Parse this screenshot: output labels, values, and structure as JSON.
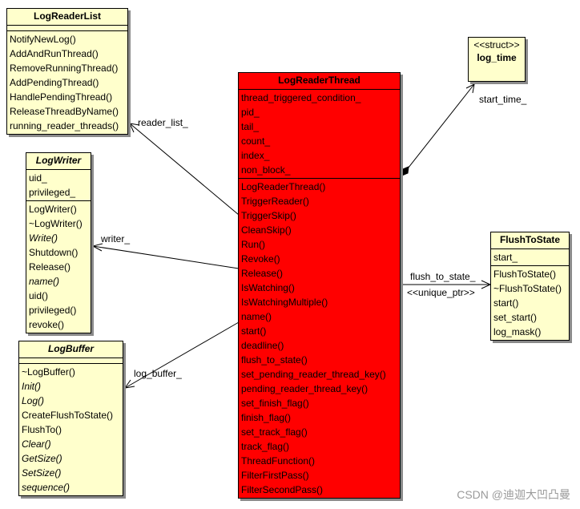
{
  "classes": {
    "log_reader_list": {
      "name": "LogReaderList",
      "ops": [
        "NotifyNewLog()",
        "AddAndRunThread()",
        "RemoveRunningThread()",
        "AddPendingThread()",
        "HandlePendingThread()",
        "ReleaseThreadByName()",
        "running_reader_threads()"
      ]
    },
    "log_writer": {
      "name": "LogWriter",
      "attrs": [
        "uid_",
        "privileged_"
      ],
      "ops": [
        "LogWriter()",
        "~LogWriter()",
        "Write()",
        "Shutdown()",
        "Release()",
        "name()",
        "uid()",
        "privileged()",
        "revoke()"
      ]
    },
    "log_buffer": {
      "name": "LogBuffer",
      "ops": [
        "~LogBuffer()",
        "Init()",
        "Log()",
        "CreateFlushToState()",
        "FlushTo()",
        "Clear()",
        "GetSize()",
        "SetSize()",
        "sequence()"
      ]
    },
    "log_reader_thread": {
      "name": "LogReaderThread",
      "attrs": [
        "thread_triggered_condition_",
        "pid_",
        "tail_",
        "count_",
        "index_",
        "non_block_"
      ],
      "ops": [
        "LogReaderThread()",
        "TriggerReader()",
        "TriggerSkip()",
        "CleanSkip()",
        "Run()",
        "Revoke()",
        "Release()",
        "IsWatching()",
        "IsWatchingMultiple()",
        "name()",
        "start()",
        "deadline()",
        "flush_to_state()",
        "set_pending_reader_thread_key()",
        "pending_reader_thread_key()",
        "set_finish_flag()",
        "finish_flag()",
        "set_track_flag()",
        "track_flag()",
        "ThreadFunction()",
        "FilterFirstPass()",
        "FilterSecondPass()"
      ]
    },
    "log_time": {
      "stereotype": "<<struct>>",
      "name": "log_time"
    },
    "flush_to_state": {
      "name": "FlushToState",
      "attrs": [
        "start_"
      ],
      "ops": [
        "FlushToState()",
        "~FlushToState()",
        "start()",
        "set_start()",
        "log_mask()"
      ]
    }
  },
  "associations": {
    "reader_list": "reader_list_",
    "writer": "writer_",
    "log_buffer": "log_buffer_",
    "start_time": "start_time_",
    "flush_to_state": "flush_to_state_",
    "unique_ptr": "<<unique_ptr>>"
  },
  "watermark": "CSDN @迪迦大凹凸曼",
  "colors": {
    "class_fill": "#ffffcc",
    "highlight_fill": "#ff0000"
  }
}
